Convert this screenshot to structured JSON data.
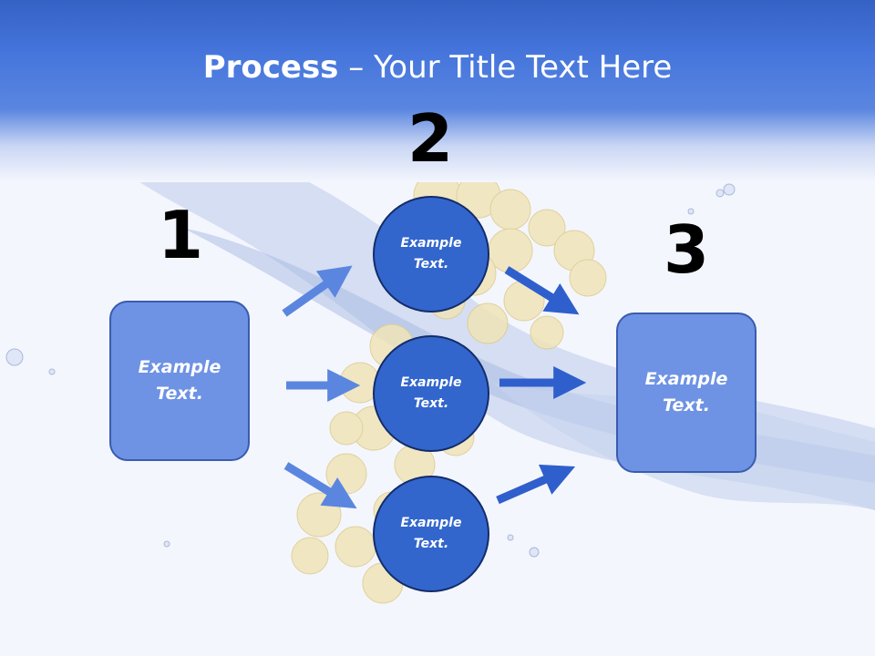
{
  "title": {
    "bold": "Process",
    "rest": " – Your Title Text Here"
  },
  "steps": {
    "one": "1",
    "two": "2",
    "three": "3"
  },
  "left_box": {
    "label": "Example Text."
  },
  "middle": [
    {
      "label": "Example Text."
    },
    {
      "label": "Example Text."
    },
    {
      "label": "Example Text."
    }
  ],
  "right_box": {
    "label": "Example Text."
  },
  "colors": {
    "header": "#3461c4",
    "box_fill": "#6e92e4",
    "circle_fill": "#3366cc",
    "arrow_left": "#5b86e0",
    "arrow_right": "#2f5fcc"
  }
}
